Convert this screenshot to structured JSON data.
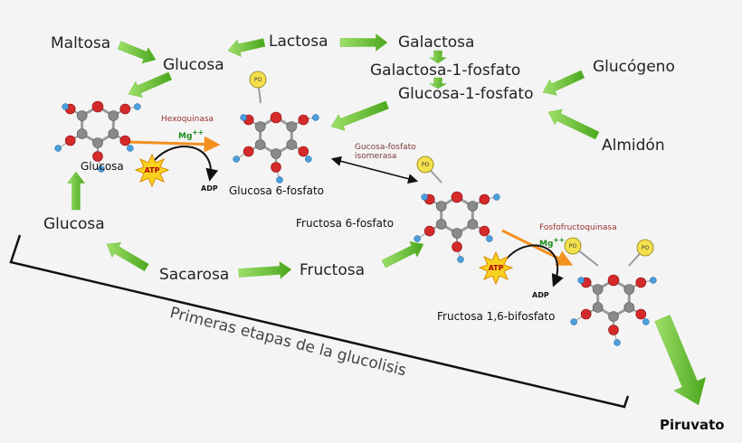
{
  "sources": {
    "maltosa": "Maltosa",
    "lactosa": "Lactosa",
    "galactosa": "Galactosa",
    "glucosa_top": "Glucosa",
    "galactosa_1_fosfato": "Galactosa-1-fosfato",
    "glucosa_1_fosfato": "Glucosa-1-fosfato",
    "glucogeno": "Glucógeno",
    "almidon": "Almidón",
    "glucosa_left": "Glucosa",
    "sacarosa": "Sacarosa",
    "fructosa": "Fructosa"
  },
  "molecules": {
    "glucosa": "Glucosa",
    "glucosa_6_fosfato": "Glucosa 6-fosfato",
    "fructosa_6_fosfato": "Fructosa 6-fosfato",
    "fructosa_1_6_bifosfato": "Fructosa 1,6-bifosfato"
  },
  "enzymes": {
    "hexoquinasa": "Hexoquinasa",
    "mg1": "Mg",
    "isomerasa": "Gucosa-fosfato\nisomerasa",
    "fosfofructoquinasa": "Fosfofructoquinasa",
    "mg2": "Mg",
    "mg_charge": "++"
  },
  "cofactors": {
    "atp": "ATP",
    "adp1": "ADP",
    "adp2": "ADP",
    "phosphate": "PO"
  },
  "caption": "Primeras etapas de la glucolisis",
  "final_product": "Piruvato",
  "colors": {
    "green_arrow": "#6cc23a",
    "orange_arrow": "#f39020",
    "oxygen": "#d42a2a",
    "carbon": "#8a8a8a",
    "hydrogen": "#4aa0dc",
    "phosphate": "#f4e04d",
    "atp_burst": "#f7d21e"
  }
}
